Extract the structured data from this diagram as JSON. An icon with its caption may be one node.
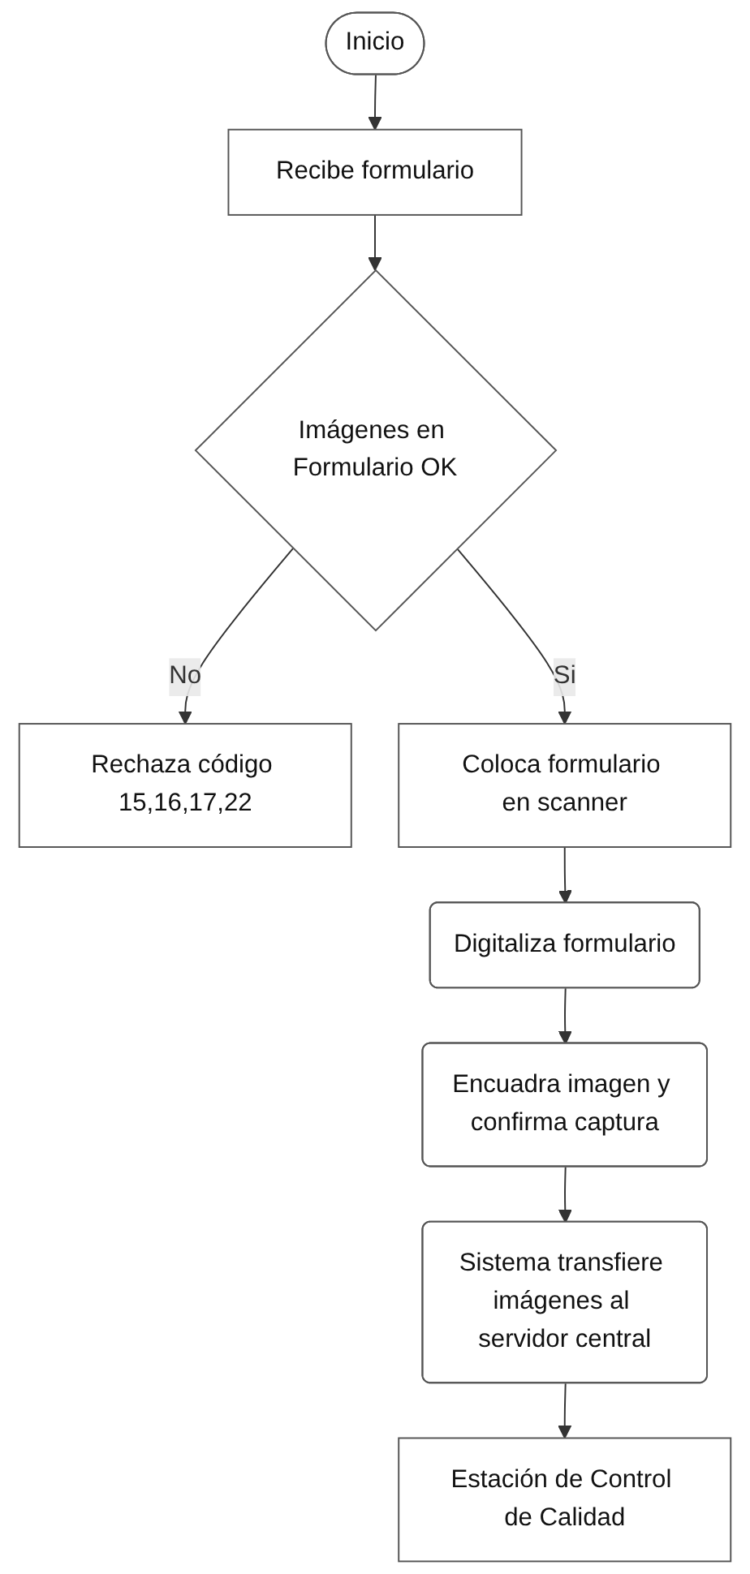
{
  "diagram": {
    "nodes": [
      {
        "text": [
          "Inicio"
        ]
      },
      {
        "text": [
          "Recibe formulario"
        ]
      },
      {
        "text": [
          "Imágenes en Formulario OK"
        ]
      },
      {
        "text": [
          "Rechaza código 15,16,17,22"
        ]
      },
      {
        "text": [
          "Coloca formulario en scanner"
        ]
      },
      {
        "text": [
          "Digitaliza formulario"
        ]
      },
      {
        "text": [
          "Encuadra imagen y confirma captura"
        ]
      },
      {
        "text": [
          "Sistema transfiere imágenes al servidor central"
        ]
      },
      {
        "text": [
          "Estación de Control de Calidad"
        ]
      }
    ],
    "edges": [
      {
        "from": 0,
        "to": 1,
        "arrow": "to"
      },
      {
        "from": 1,
        "to": 2,
        "arrow": "to"
      },
      {
        "from": 2,
        "to": 3,
        "label": "No",
        "arrow": "to"
      },
      {
        "from": 2,
        "to": 4,
        "label": "Si",
        "arrow": "to"
      },
      {
        "from": 4,
        "to": 5,
        "arrow": "to"
      },
      {
        "from": 5,
        "to": 6,
        "arrow": "to"
      },
      {
        "from": 6,
        "to": 7,
        "arrow": "to"
      },
      {
        "from": 7,
        "to": 8,
        "arrow": "to"
      }
    ]
  }
}
